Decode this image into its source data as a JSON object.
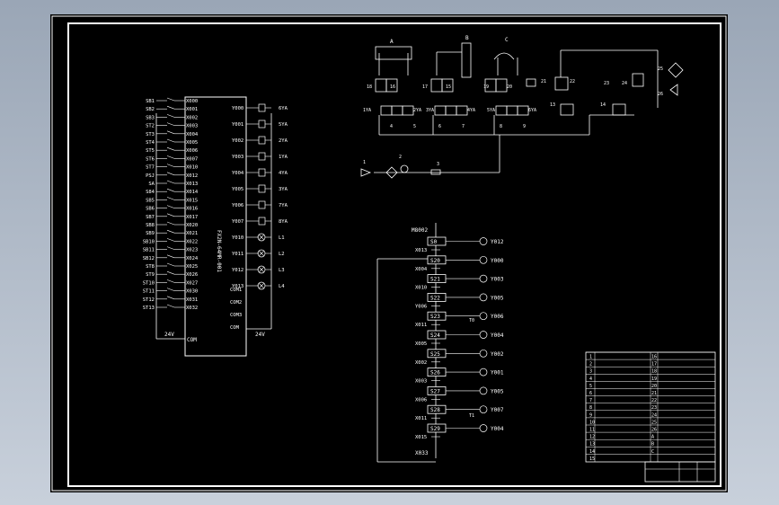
{
  "plc": {
    "inputs": [
      {
        "lbl": "SB1",
        "addr": "X000"
      },
      {
        "lbl": "SB2",
        "addr": "X001"
      },
      {
        "lbl": "SB3",
        "addr": "X002"
      },
      {
        "lbl": "ST2",
        "addr": "X003"
      },
      {
        "lbl": "ST3",
        "addr": "X004"
      },
      {
        "lbl": "ST4",
        "addr": "X005"
      },
      {
        "lbl": "ST5",
        "addr": "X006"
      },
      {
        "lbl": "ST6",
        "addr": "X007"
      },
      {
        "lbl": "ST7",
        "addr": "X010"
      },
      {
        "lbl": "PSJ",
        "addr": "X012"
      },
      {
        "lbl": "SA",
        "addr": "X013"
      },
      {
        "lbl": "S84",
        "addr": "X014"
      },
      {
        "lbl": "SB5",
        "addr": "X015"
      },
      {
        "lbl": "SB6",
        "addr": "X016"
      },
      {
        "lbl": "SB7",
        "addr": "X017"
      },
      {
        "lbl": "SB8",
        "addr": "X020"
      },
      {
        "lbl": "SB9",
        "addr": "X021"
      },
      {
        "lbl": "SB10",
        "addr": "X022"
      },
      {
        "lbl": "SB11",
        "addr": "X023"
      },
      {
        "lbl": "SB12",
        "addr": "X024"
      },
      {
        "lbl": "ST8",
        "addr": "X025"
      },
      {
        "lbl": "ST9",
        "addr": "X026"
      },
      {
        "lbl": "ST10",
        "addr": "X027"
      },
      {
        "lbl": "ST11",
        "addr": "X030"
      },
      {
        "lbl": "ST12",
        "addr": "X031"
      },
      {
        "lbl": "ST13",
        "addr": "X032"
      }
    ],
    "model": "FX2N-64MR-001",
    "com_in": "COM",
    "supply_in": "24V",
    "outputs": [
      {
        "addr": "Y000",
        "lbl": "6YA"
      },
      {
        "addr": "Y001",
        "lbl": "5YA"
      },
      {
        "addr": "Y002",
        "lbl": "2YA"
      },
      {
        "addr": "Y003",
        "lbl": "1YA"
      },
      {
        "addr": "Y004",
        "lbl": "4YA"
      },
      {
        "addr": "Y005",
        "lbl": "3YA"
      },
      {
        "addr": "Y006",
        "lbl": "7YA"
      },
      {
        "addr": "Y007",
        "lbl": "8YA"
      },
      {
        "addr": "Y010",
        "lbl": "L1"
      },
      {
        "addr": "Y011",
        "lbl": "L2"
      },
      {
        "addr": "Y012",
        "lbl": "L3"
      },
      {
        "addr": "Y013",
        "lbl": "L4"
      }
    ],
    "coms": [
      "COM1",
      "COM2",
      "COM3",
      "COM"
    ],
    "supply_out": "24V"
  },
  "pneumatic": {
    "cylinders": [
      "A",
      "B",
      "C"
    ],
    "components": [
      "18",
      "16",
      "17",
      "15",
      "19",
      "20",
      "21",
      "22",
      "23",
      "24",
      "25",
      "26",
      "13",
      "14",
      "1",
      "2",
      "3"
    ],
    "valves": [
      "1YA",
      "2YA",
      "3YA",
      "4YA",
      "5YA",
      "6YA"
    ],
    "ports": [
      "4",
      "5",
      "6",
      "7",
      "8",
      "9"
    ]
  },
  "sfc": {
    "init": "M8002",
    "steps": [
      "S0",
      "S20",
      "S21",
      "S22",
      "S23",
      "S24",
      "S25",
      "S26",
      "S27",
      "S28",
      "S29"
    ],
    "outputs": [
      "Y012",
      "Y000",
      "Y003",
      "Y005",
      "Y006",
      "Y004",
      "Y002",
      "Y001",
      "Y005",
      "Y007",
      "Y004"
    ],
    "conds": [
      "X013",
      "X004",
      "X010",
      "Y006",
      "X011",
      "X005",
      "X002",
      "X003",
      "X006",
      "X011",
      "X015"
    ],
    "extra_cond": "X033",
    "timers": [
      "T0",
      "T1"
    ]
  },
  "bom": {
    "left": [
      "1",
      "2",
      "3",
      "4",
      "5",
      "6",
      "7",
      "8",
      "9",
      "10",
      "11",
      "12",
      "13",
      "14",
      "15"
    ],
    "right": [
      "16",
      "17",
      "18",
      "19",
      "20",
      "21",
      "22",
      "23",
      "24",
      "25",
      "26",
      "A",
      "B",
      "C"
    ]
  }
}
